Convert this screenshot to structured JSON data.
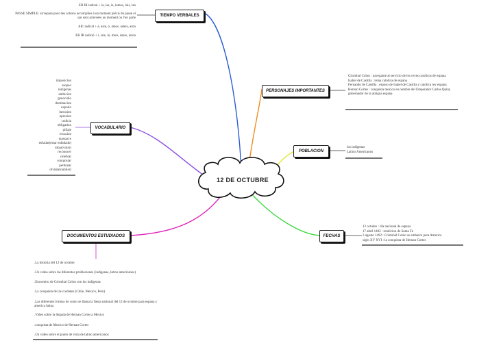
{
  "center": {
    "label": "12 DE OCTUBRE"
  },
  "colors": {
    "tiempo": "#2b5cd6",
    "personajes": "#f08c1e",
    "poblacion": "#dce830",
    "fechas": "#3fd93f",
    "documentos": "#e020b8",
    "vocabulario": "#8a4ee0"
  },
  "tiempo_verbales": {
    "label": "TIEMPO VERBALES",
    "lines": [
      "ER IR radical + ía, ías, ía, íamos, íais, ían",
      "PASSE SIMPLE: sirvepara pour des actions accomplies à un moment précis du passé et qui sont achevées au moment ou l'on parle",
      "AR: radical + é, aste, o, amos, asteis, aron",
      "ER IR radical + í, iste, ió, imos, isteis, ieron"
    ]
  },
  "personajes": {
    "label": "PERSONAJES IMPORTANTES",
    "lines": [
      "Cristobal Colon : navegante al servicio de los reyes catolicos de espana",
      "Isabel de Castilla : reina catolica de espana",
      "Fernando de Castilla : esposo de Isabel de Castilla y catolica rey espana",
      "Hernan Cortes : conquista mexico en nombre del Emperador Carlos Quint, gobernador de la antigua espana"
    ]
  },
  "poblacion": {
    "label": "POBLACION",
    "lines": [
      "los indigenas",
      "Latino Americanos"
    ]
  },
  "fechas": {
    "label": "FECHAS",
    "lines": [
      "12 octubre : dia nacional de espana",
      "17 abril 1492 : rendicion de Santa Fe",
      "3 agosto 1492 : Cristobal Colon se embarca para America",
      "siglo XV XVI : la conquista de Hernan Cortes"
    ]
  },
  "vocabulario": {
    "label": "VOCABULARIO",
    "words": [
      "imposicion",
      "saqueo",
      "indigenas",
      "ambicion",
      "genocidio",
      "dominacion",
      "expolio",
      "intrusion",
      "opresion",
      "codicia",
      "obligation",
      "pillaje",
      "invasion",
      "massacre",
      "enfadar(estar enfadado)",
      "robar(voler)",
      "reconocer",
      "celebrar",
      "conquistar",
      "perdonar",
      "olvidar(oublier)"
    ]
  },
  "documentos": {
    "label": "DOCUMENTOS ESTUDIADOS",
    "items": [
      ".La historia del 12 de octubre",
      ".Un video sobre las diferentes problaciones (indigenas, latino americanos)",
      ".Encuentro de Cristobal Colon con los indigenas",
      ".La conquista de las ciudades (Chile, Mexico, Peru)",
      ".Las diferentes formas de como se llama la fiesta national del 12 de octubre para espana y america latina",
      ".Video sobre la llegada de Hernan Cortes a Mexico",
      ".conquista de Mexico de Hernan Cortes",
      ".Un video sobre el punto de vista de latino americanos"
    ]
  }
}
